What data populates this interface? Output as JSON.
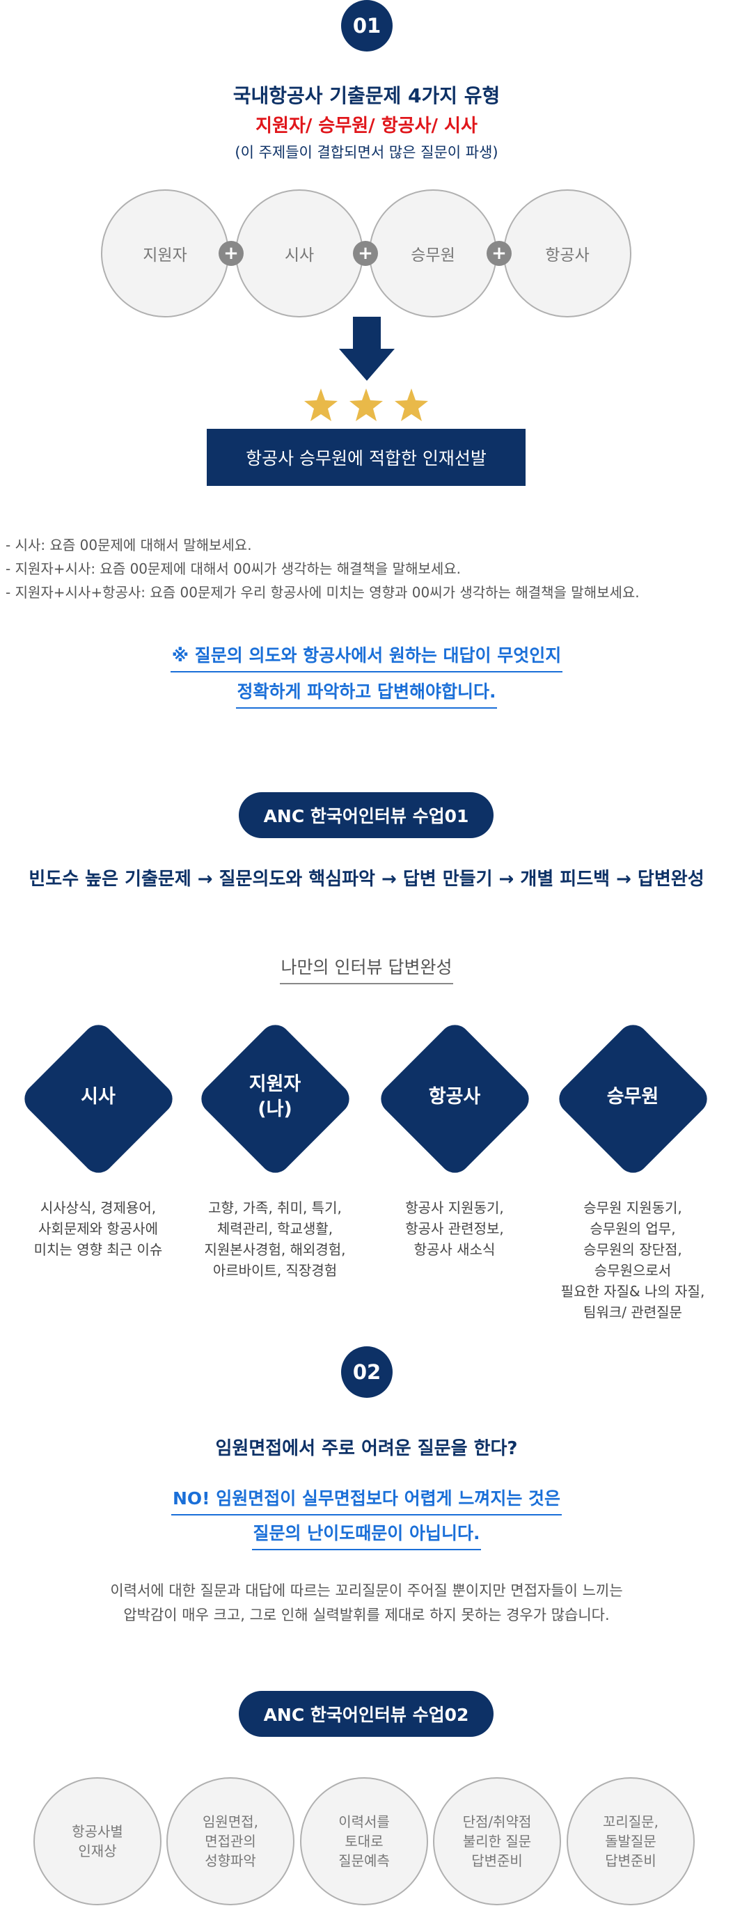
{
  "section1": {
    "badge": "01",
    "title": "국내항공사 기출문제 4가지 유형",
    "subtitle": "지원자/ 승무원/ 항공사/ 시사",
    "note": "(이 주제들이 결합되면서 많은 질문이 파생)",
    "circles": [
      "지원자",
      "시사",
      "승무원",
      "항공사"
    ],
    "plus_symbol": "+",
    "result_label": "항공사 승무원에 적합한 인재선발",
    "bullets": [
      "- 시사: 요즘 00문제에 대해서 말해보세요.",
      "- 지원자+시사: 요즘 00문제에 대해서 00씨가 생각하는 해결책을 말해보세요.",
      "- 지원자+시사+항공사: 요즘 00문제가 우리 항공사에 미치는 영향과 00씨가 생각하는 해결책을 말해보세요."
    ],
    "emphasis_line1": "※ 질문의 의도와 항공사에서 원하는 대답이 무엇인지",
    "emphasis_line2": "정확하게 파악하고 답변해야합니다.",
    "colors": {
      "navy": "#0d3166",
      "red": "#e0161b",
      "blue": "#1a6fd8",
      "star": "#e9b949"
    }
  },
  "class1": {
    "pill": "ANC 한국어인터뷰 수업01",
    "flow": "빈도수 높은 기출문제 → 질문의도와 핵심파악 → 답변 만들기 → 개별 피드백 → 답변완성",
    "subheading": "나만의 인터뷰 답변완성",
    "diamonds": [
      {
        "label_line1": "시사",
        "label_line2": "",
        "desc": [
          "시사상식, 경제용어,",
          "사회문제와 항공사에",
          "미치는 영향 최근 이슈"
        ]
      },
      {
        "label_line1": "지원자",
        "label_line2": "(나)",
        "desc": [
          "고향, 가족, 취미, 특기,",
          "체력관리, 학교생활,",
          "지원본사경험, 해외경험,",
          "아르바이트, 직장경험"
        ]
      },
      {
        "label_line1": "항공사",
        "label_line2": "",
        "desc": [
          "항공사 지원동기,",
          "항공사 관련정보,",
          "항공사 새소식"
        ]
      },
      {
        "label_line1": "승무원",
        "label_line2": "",
        "desc": [
          "승무원 지원동기,",
          "승무원의 업무,",
          "승무원의 장단점,",
          "승무원으로서",
          "필요한 자질& 나의 자질,",
          "팀워크/ 관련질문"
        ]
      }
    ]
  },
  "section2": {
    "badge": "02",
    "question": "임원면접에서 주로 어려운 질문을 한다?",
    "answer_line1": "NO! 임원면접이 실무면접보다 어렵게 느껴지는 것은",
    "answer_line2": "질문의 난이도때문이 아닙니다.",
    "explain_line1": "이력서에 대한 질문과 대답에 따르는 꼬리질문이 주어질 뿐이지만 면접자들이 느끼는",
    "explain_line2": "압박감이 매우 크고, 그로 인해 실력발휘를 제대로 하지 못하는 경우가 많습니다."
  },
  "class2": {
    "pill": "ANC 한국어인터뷰 수업02",
    "circles": [
      [
        "항공사별",
        "인재상"
      ],
      [
        "임원면접,",
        "면접관의",
        "성향파악"
      ],
      [
        "이력서를",
        "토대로",
        "질문예측"
      ],
      [
        "단점/취약점",
        "불리한 질문",
        "답변준비"
      ],
      [
        "꼬리질문,",
        "돌발질문",
        "답변준비"
      ]
    ]
  }
}
